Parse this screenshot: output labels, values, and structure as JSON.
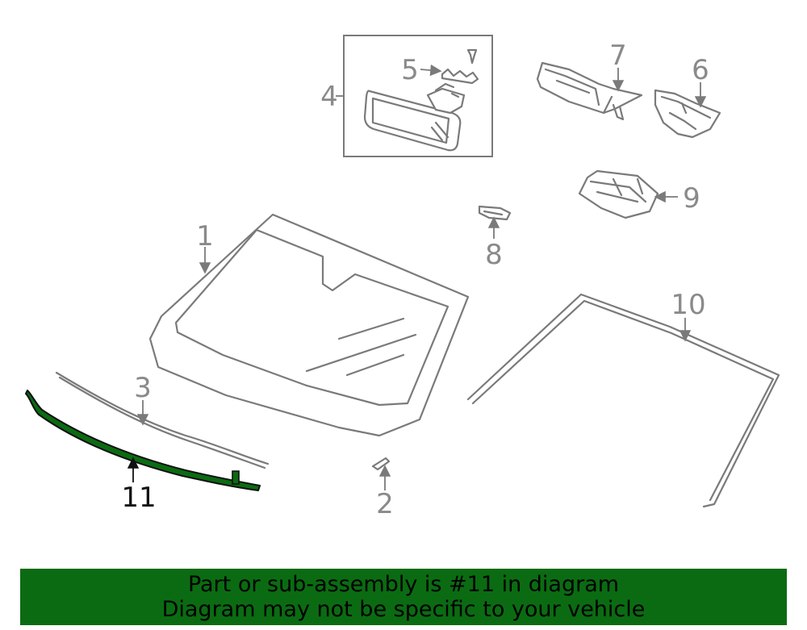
{
  "callouts": {
    "c1": "1",
    "c2": "2",
    "c3": "3",
    "c4": "4",
    "c5": "5",
    "c6": "6",
    "c7": "7",
    "c8": "8",
    "c9": "9",
    "c10": "10",
    "c11": "11"
  },
  "highlight": {
    "part_number": "11",
    "color": "#0b6b12"
  },
  "banner": {
    "line1": "Part or sub-assembly is #11 in diagram",
    "line2": "Diagram may not be specific to your vehicle",
    "background": "#0b6b12"
  }
}
